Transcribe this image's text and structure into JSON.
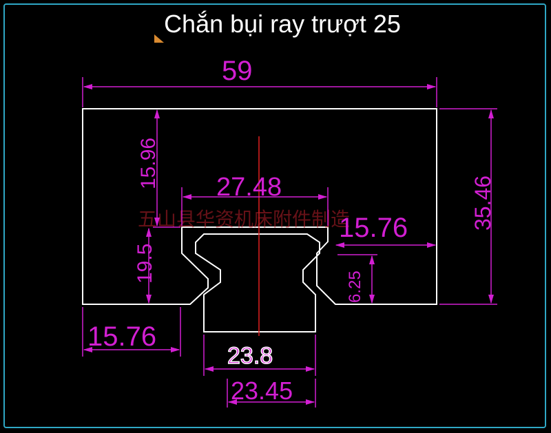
{
  "title": "Chắn bụi ray trượt 25",
  "dimensions": {
    "overall_width": "59",
    "overall_height": "35.46",
    "top_to_slot": "15.96",
    "slot_width": "27.48",
    "right_shoulder": "15.76",
    "slot_depth": "19.5",
    "lower_step": "6.25",
    "left_shoulder": "15.76",
    "rail_width_obscured": "23.8",
    "rail_bottom": "23.45"
  },
  "watermark": "五山县华资机床附件制造",
  "colors": {
    "outline": "#ffffff",
    "dimension": "#d21fd2",
    "centerline": "#e02020",
    "frame": "#2fa8c6"
  }
}
